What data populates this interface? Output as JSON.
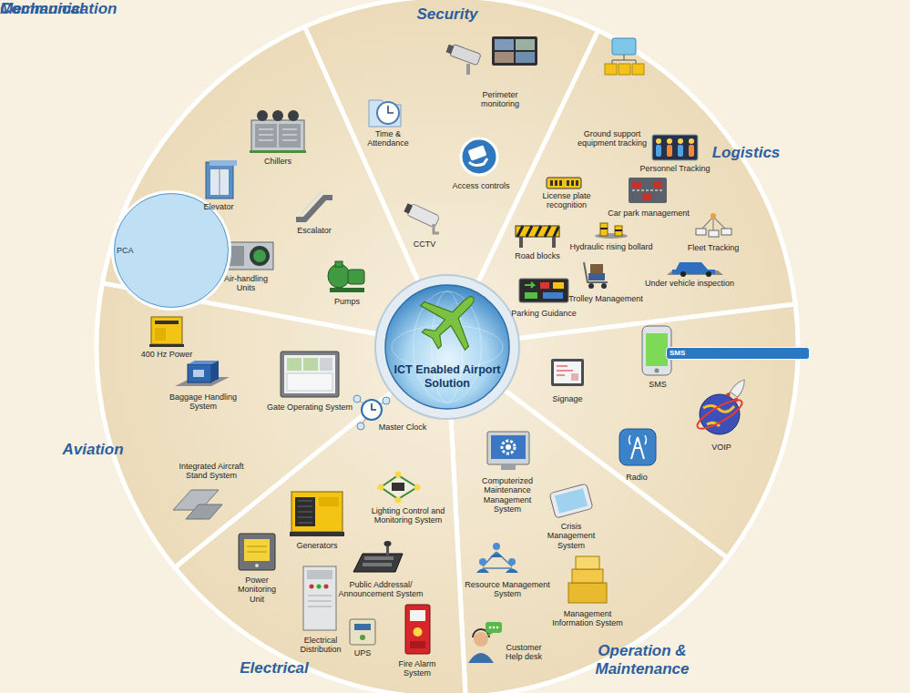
{
  "diagram": {
    "nodes": [
      {
        "text": [
          "Security"
        ]
      },
      {
        "text": [
          "Logistics"
        ]
      },
      {
        "text": [
          "Communication"
        ]
      },
      {
        "text": [
          "SMS"
        ],
        "in": 2
      },
      {
        "text": [
          "Operation & Maintenance"
        ]
      },
      {
        "text": [
          "Electrical"
        ]
      },
      {
        "text": [
          "Aviation"
        ]
      },
      {
        "text": [
          "Mechanical"
        ]
      },
      {
        "text": [
          "PCA"
        ],
        "in": 7
      },
      {
        "text": [
          "ICT Enabled Airport Solution"
        ]
      }
    ],
    "labels": [
      "Perimeter monitoring",
      "Time & Attendance",
      "Access controls",
      "CCTV",
      "Ground support equipment tracking",
      "Personnel Tracking",
      "License plate recognition",
      "Car park management",
      "Fleet Tracking",
      "Road blocks",
      "Hydraulic rising bollard",
      "Under vehicle inspection",
      "Trolley Management",
      "Parking Guidance",
      "Signage",
      "SMS",
      "VOIP",
      "Radio",
      "Computerized Maintenance Management System",
      "Crisis Management System",
      "Resource Management System",
      "Management Information System",
      "Customer Help desk",
      "Master Clock",
      "Lighting Control and Monitoring System",
      "Generators",
      "Power Monitoring Unit",
      "Public Addressal/ Announcement System",
      "Electrical Distribution",
      "UPS",
      "Fire Alarm System",
      "400 Hz Power",
      "Baggage Handling System",
      "Gate Operating System",
      "Integrated Aircraft Stand System",
      "Chillers",
      "Elevator",
      "Escalator",
      "Air-handling Units",
      "Pumps"
    ]
  }
}
